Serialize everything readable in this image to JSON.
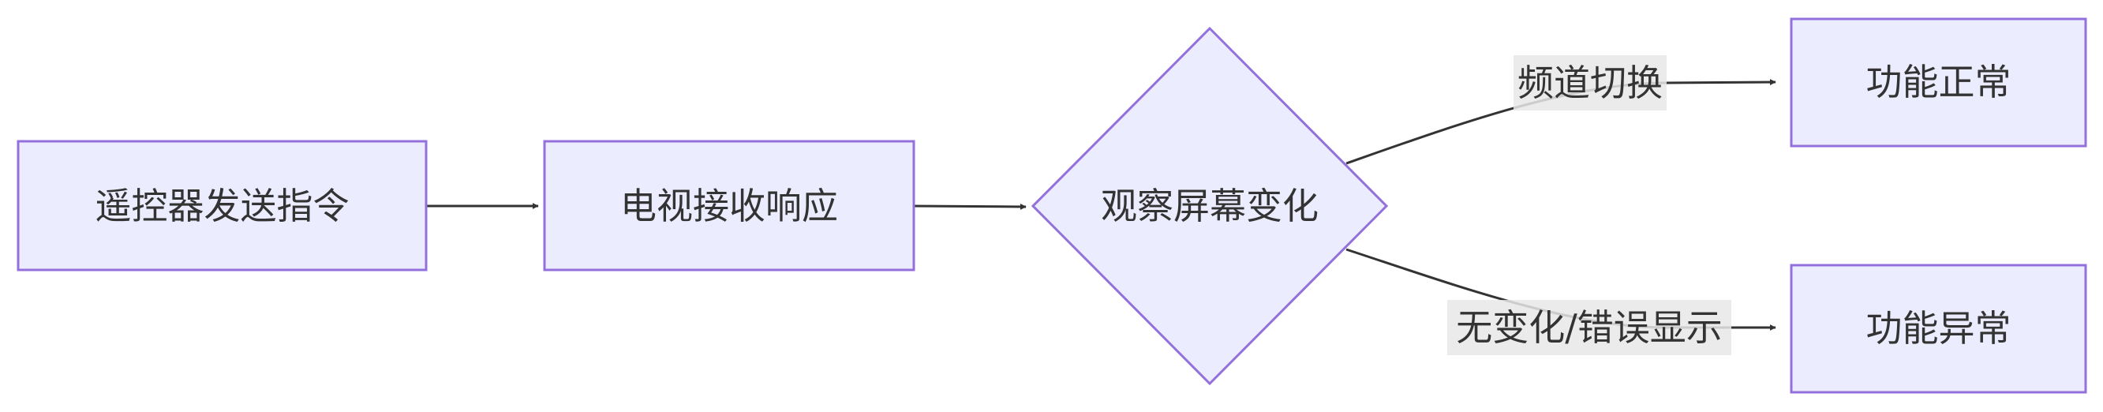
{
  "diagram": {
    "nodes": {
      "remote": {
        "label": "遥控器发送指令",
        "shape": "rect"
      },
      "tv": {
        "label": "电视接收响应",
        "shape": "rect"
      },
      "observe": {
        "label": "观察屏幕变化",
        "shape": "diamond"
      },
      "normal": {
        "label": "功能正常",
        "shape": "rect"
      },
      "abnormal": {
        "label": "功能异常",
        "shape": "rect"
      }
    },
    "edges": {
      "channel": {
        "label": "频道切换"
      },
      "nochange": {
        "label": "无变化/错误显示"
      }
    },
    "colors": {
      "node_fill": "#ECECFF",
      "node_stroke": "#9370DB",
      "edge": "#333333",
      "label_bg": "#E8E8E8",
      "text": "#333333"
    }
  }
}
